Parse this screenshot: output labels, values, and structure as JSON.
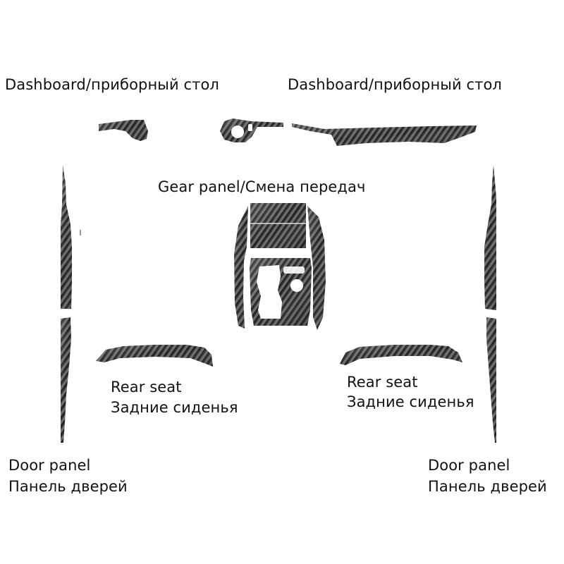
{
  "labels": {
    "dashboard_left": "Dashboard/приборный стол",
    "dashboard_right": "Dashboard/приборный стол",
    "gear_panel": "Gear panel/Смена передач",
    "rear_seat_left_en": "Rear seat",
    "rear_seat_left_ru": "Задние сиденья",
    "rear_seat_right_en": "Rear seat",
    "rear_seat_right_ru": "Задние сиденья",
    "door_left_en": "Door panel",
    "door_left_ru": "Панель дверей",
    "door_right_en": "Door panel",
    "door_right_ru": "Панель дверей"
  },
  "colors": {
    "carbon_dark": "#1c1c1c",
    "carbon_light": "#6e6e6e",
    "background": "#ffffff",
    "text": "#111111"
  }
}
